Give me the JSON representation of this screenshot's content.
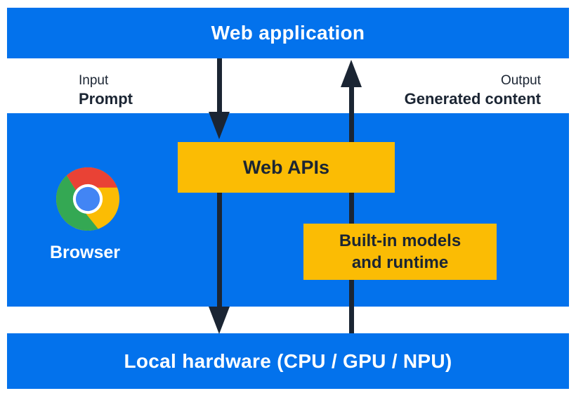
{
  "nodes": {
    "web_application": "Web application",
    "browser_label": "Browser",
    "web_apis": "Web APIs",
    "built_in_models_line1": "Built-in models",
    "built_in_models_line2": "and runtime",
    "local_hardware": "Local hardware (CPU / GPU / NPU)"
  },
  "annotations": {
    "input_label": "Input",
    "input_value": "Prompt",
    "output_label": "Output",
    "output_value": "Generated content"
  },
  "icons": {
    "chrome_logo": "chrome-logo"
  },
  "arrows": [
    {
      "name": "input-arrow",
      "direction": "down",
      "from": "Web application",
      "to": "Web APIs"
    },
    {
      "name": "apis-to-hardware-arrow",
      "direction": "down",
      "from": "Web APIs",
      "to": "Local hardware (CPU / GPU / NPU)"
    },
    {
      "name": "output-arrow",
      "direction": "up",
      "from": "Local hardware (CPU / GPU / NPU)",
      "to": "Web application"
    }
  ],
  "colors": {
    "section_blue": "#0372ec",
    "box_yellow": "#fbbc04",
    "ink_navy": "#1b2533",
    "text_white": "#ffffff",
    "chrome_red": "#e94235",
    "chrome_green": "#34a853",
    "chrome_yellow": "#fbbc04",
    "chrome_blue": "#4285f4"
  }
}
